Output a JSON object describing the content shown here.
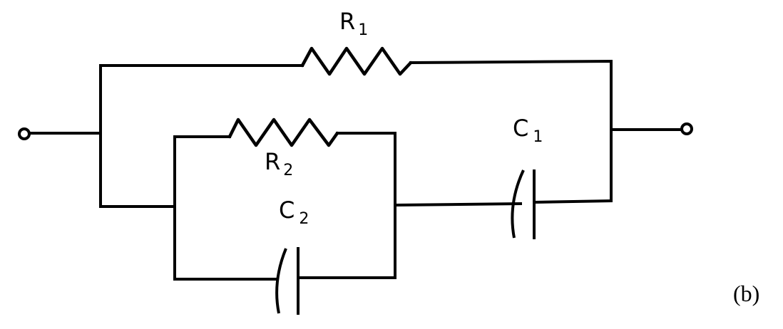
{
  "components": {
    "r1": {
      "symbol": "R",
      "subscript": "1"
    },
    "r2": {
      "symbol": "R",
      "subscript": "2"
    },
    "c1": {
      "symbol": "C",
      "subscript": "1"
    },
    "c2": {
      "symbol": "C",
      "subscript": "2"
    }
  },
  "panel_label": "(b)"
}
